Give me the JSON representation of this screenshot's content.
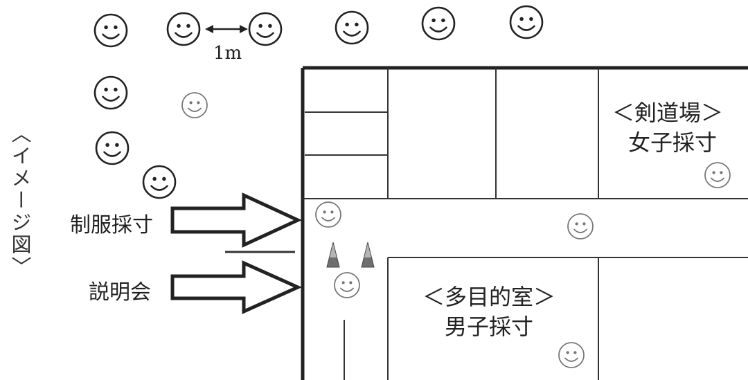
{
  "side_caption": "〈イメージ図〉",
  "spacing_label": "1m",
  "entrances": [
    {
      "label": "制服採寸"
    },
    {
      "label": "説明会"
    }
  ],
  "rooms": {
    "kendojo": {
      "title": "＜剣道場＞",
      "subtitle": "女子採寸"
    },
    "tamokuteki": {
      "title": "＜多目的室＞",
      "subtitle": "男子採寸"
    }
  },
  "icons": {
    "person": "smiley-face-icon",
    "cone": "traffic-cone-icon",
    "arrow": "outline-arrow-icon",
    "spacing": "double-headed-arrow-icon"
  }
}
